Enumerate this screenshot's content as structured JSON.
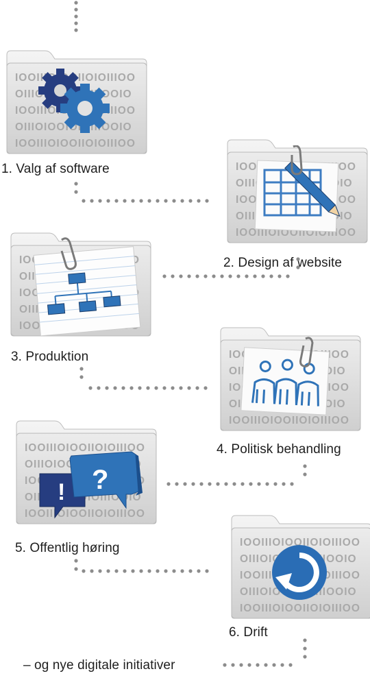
{
  "steps": [
    {
      "label": "1. Valg af software",
      "icon": "gears-icon"
    },
    {
      "label": "2. Design af website",
      "icon": "website-sketch-icon"
    },
    {
      "label": "3. Produktion",
      "icon": "flowchart-icon"
    },
    {
      "label": "4. Politisk behandling",
      "icon": "meeting-people-icon"
    },
    {
      "label": "5. Offentlig høring",
      "icon": "speech-bubbles-icon"
    },
    {
      "label": "6. Drift",
      "icon": "refresh-icon"
    }
  ],
  "footer": "– og nye digitale initiativer",
  "binary_lines": [
    "IOOIIIOIOOIIOIOIIIOO",
    "OIIIOIOOIOIOIIIOOIO",
    "IOOIIIOIOOIIOIOIIIOO",
    "OIIIOIOOIOIOIIIOOIO",
    "IOOIIIOIOOIIOIOIIIOO"
  ],
  "colors": {
    "accent_blue": "#2a6db5",
    "dark_blue": "#253f7e",
    "dots": "#8c8c8c",
    "folder": "#d9d9d9"
  }
}
